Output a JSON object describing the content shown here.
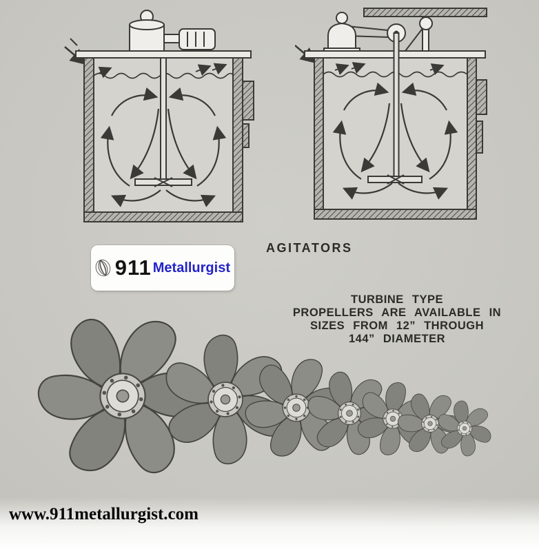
{
  "page": {
    "background": "#c9c8c2",
    "website_url": "www.911metallurgist.com"
  },
  "logo": {
    "number": "911",
    "word": "Metallurgist",
    "word_color": "#2424cb",
    "icon": "striped-sphere-icon"
  },
  "captions": {
    "agitators": "AGITATORS",
    "turbine_lines": [
      "TURBINE TYPE",
      "PROPELLERS ARE AVAILABLE IN",
      "SIZES FROM 12” THROUGH",
      "144” DIAMETER"
    ]
  },
  "illustration": {
    "left_tank": "agitator tank with top-mounted motor and circulation arrows",
    "right_tank": "agitator tank with overhead belt drive and circulation arrows",
    "propeller_count": 7
  },
  "colors": {
    "ink": "#3a3a36",
    "paper": "#c9c8c2",
    "accent_blue": "#2424cb"
  }
}
